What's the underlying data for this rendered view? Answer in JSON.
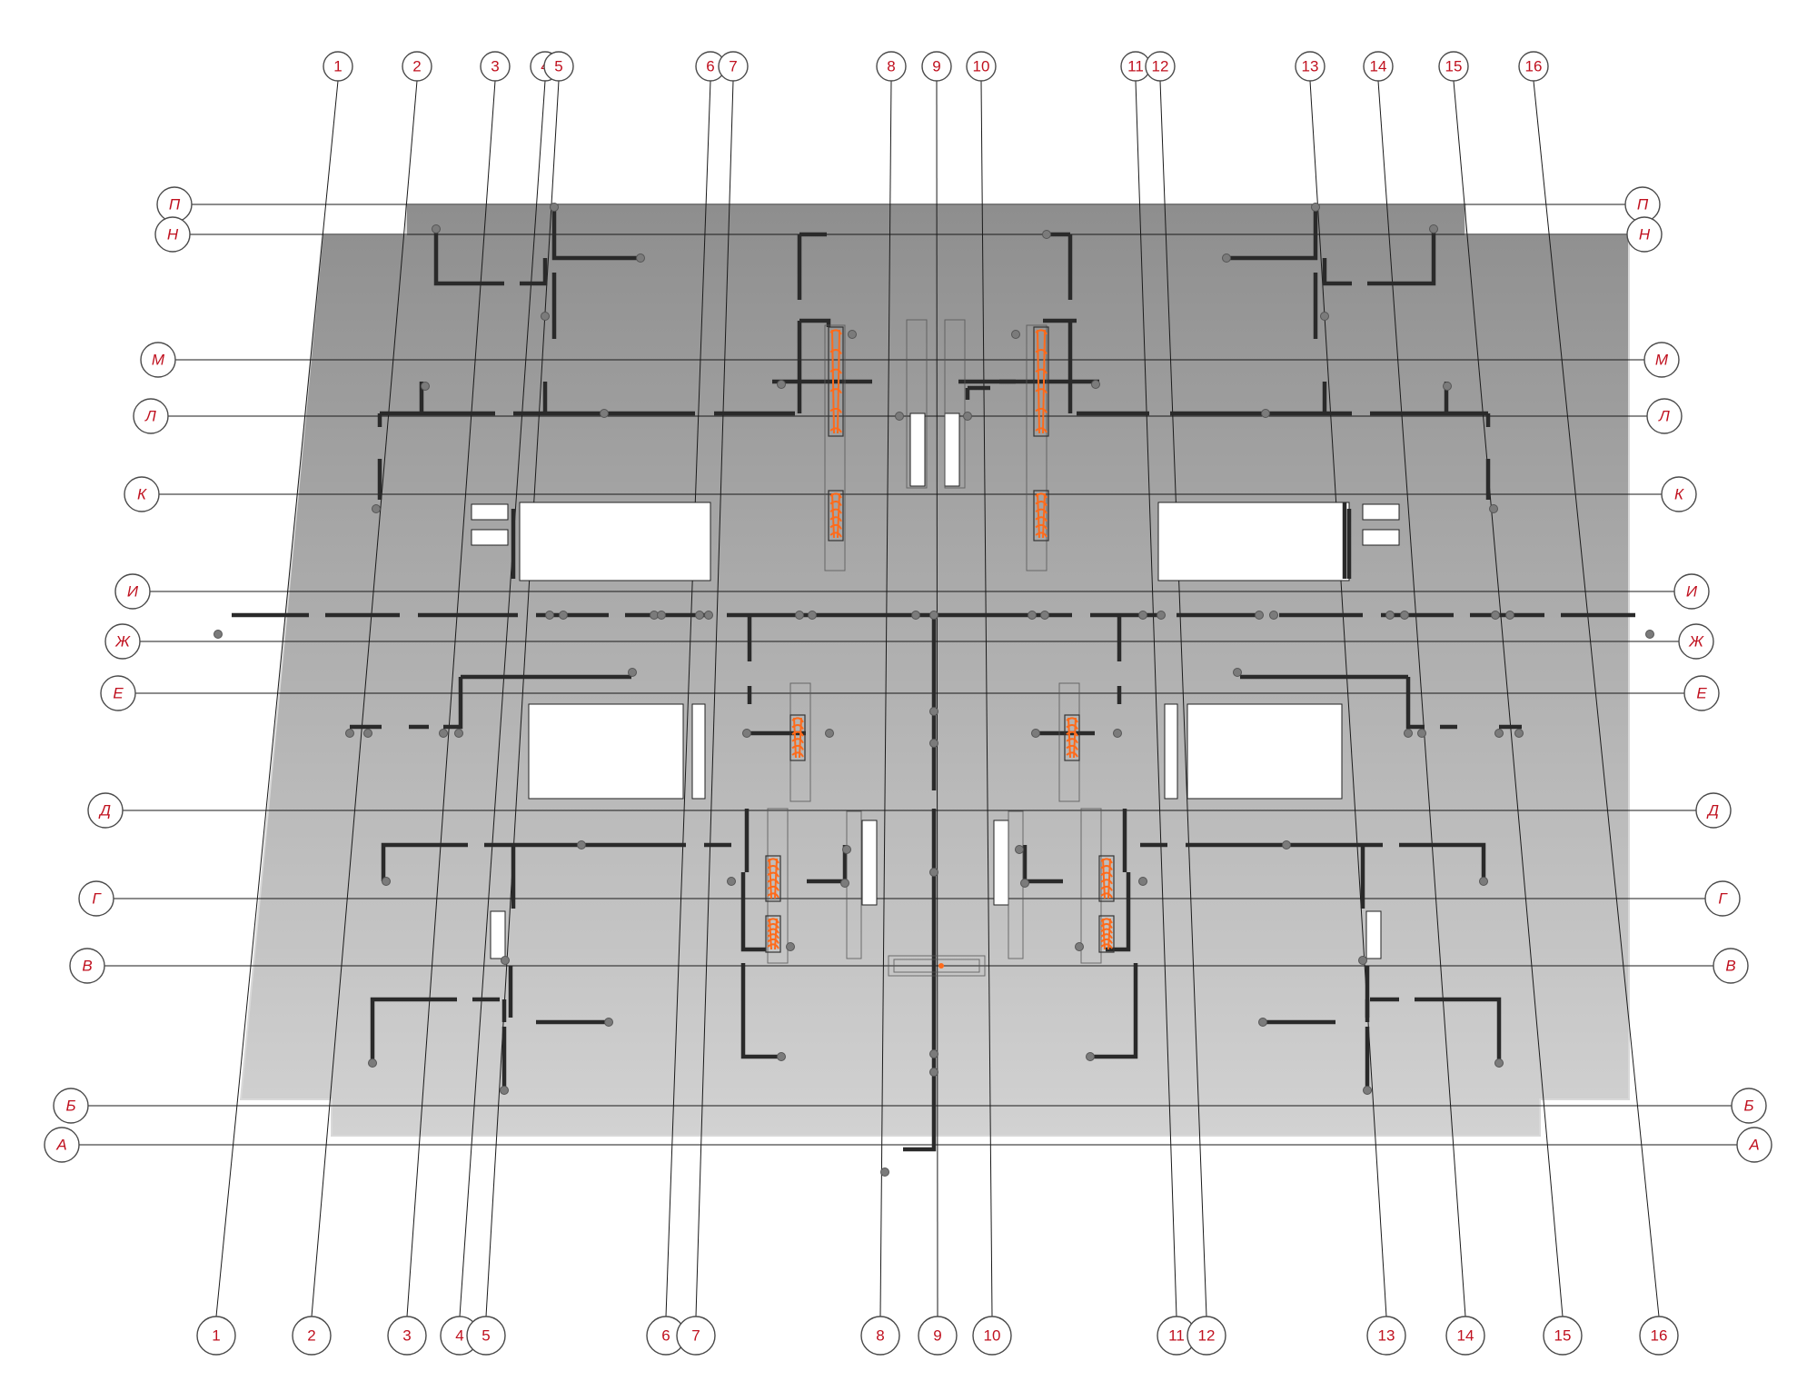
{
  "axes": {
    "vertical": [
      "1",
      "2",
      "3",
      "4",
      "5",
      "6",
      "7",
      "8",
      "9",
      "10",
      "11",
      "12",
      "13",
      "14",
      "15",
      "16"
    ],
    "horizontal": [
      "П",
      "Н",
      "М",
      "Л",
      "К",
      "И",
      "Ж",
      "Е",
      "Д",
      "Г",
      "В",
      "Б",
      "А"
    ]
  },
  "colors": {
    "label": "#c0111f",
    "slab_top": "#8e8e8e",
    "slab_bottom": "#cfcfcf",
    "wall": "#2a2a2a",
    "rebar": "#ff6a1a"
  }
}
